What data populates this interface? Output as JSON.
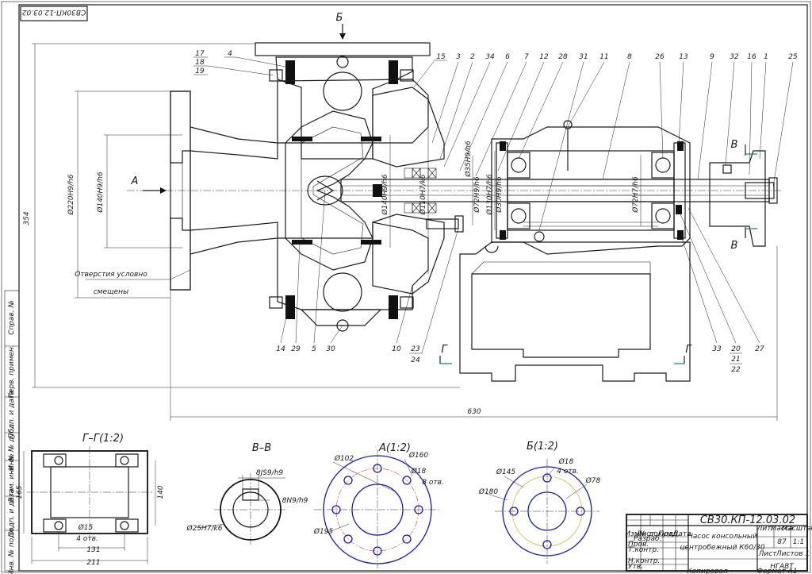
{
  "drawing": {
    "corner_code": "СВ30КП-12.03.02",
    "title_block": {
      "code": "СВ30.КП-12.03.02",
      "name_line1": "Насос консольный",
      "name_line2": "центробежный К60/30",
      "sheet_label": "Лит.",
      "mass_label": "Масса",
      "scale_label": "Масштаб",
      "mass": "87",
      "scale": "1:1",
      "sheet": "Лист",
      "sheets": "Листов 1",
      "org": "НГАВТ",
      "copied": "Копировал",
      "format": "Формат А1",
      "row_labels": [
        "Изм.",
        "Лист",
        "№ докум.",
        "Подп.",
        "Дата"
      ],
      "roles": [
        "Разраб.",
        "Пров.",
        "Т.контр.",
        "Н.контр.",
        "Утв."
      ]
    },
    "side_strip": [
      "Инв. № подл.",
      "Подп. и дата",
      "Взам. инв. №",
      "Инв. № дубл.",
      "Подп. и дата",
      "Перв. примен.",
      "Справ. №"
    ],
    "views": {
      "section_arrow_top": "Б",
      "view_a_arrow": "А",
      "cut_v_top": "В",
      "cut_v_bottom": "В",
      "cut_g_left": "Г",
      "cut_g_right": "Г"
    },
    "dims": {
      "overall_length": "630",
      "overall_height": "354",
      "d_flange": "Ø220H9/h6",
      "d_inner": "Ø140H9/h6",
      "d_seal": "Ø140H9/h6",
      "d_sleeve": "Ø110H7/k6",
      "d_shaft1": "Ø35H9/h6",
      "d_shaft2": "Ø72H9/h6",
      "d_bearing1": "Ø130H7/h6",
      "d_bearing2": "Ø30H9/h6",
      "d_bearing3": "Ø72H7/h6",
      "note1": "Отверстия условно",
      "note2": "смещены"
    },
    "part_numbers_top": [
      "4",
      "17",
      "18",
      "19",
      "15",
      "3",
      "2",
      "34",
      "6",
      "7",
      "12",
      "28",
      "31",
      "11",
      "8",
      "26",
      "13",
      "9",
      "32",
      "16",
      "1",
      "25"
    ],
    "part_numbers_bottom": [
      "14",
      "29",
      "5",
      "30",
      "10",
      "23",
      "24",
      "33",
      "20",
      "21",
      "22",
      "27"
    ],
    "section_gg": {
      "title": "Г–Г(1:2)",
      "d_holes": "Ø15",
      "holes": "4 отв.",
      "w_inner": "131",
      "w_outer": "211",
      "h_left": "165",
      "h_right": "140"
    },
    "section_vv": {
      "title": "В–В",
      "key_w": "8JS9/h9",
      "key_d": "8N9/h9",
      "shaft_d": "Ø25H7/k6"
    },
    "view_a": {
      "title": "А(1:2)",
      "d_pitch": "Ø160",
      "d_outer": "Ø195",
      "d_bore": "Ø102",
      "d_hole": "Ø18",
      "holes": "8 отв."
    },
    "view_b": {
      "title": "Б(1:2)",
      "d_hole": "Ø18",
      "holes": "4 отв.",
      "d_pitch": "Ø145",
      "d_outer": "Ø180",
      "d_bore": "Ø78"
    }
  }
}
